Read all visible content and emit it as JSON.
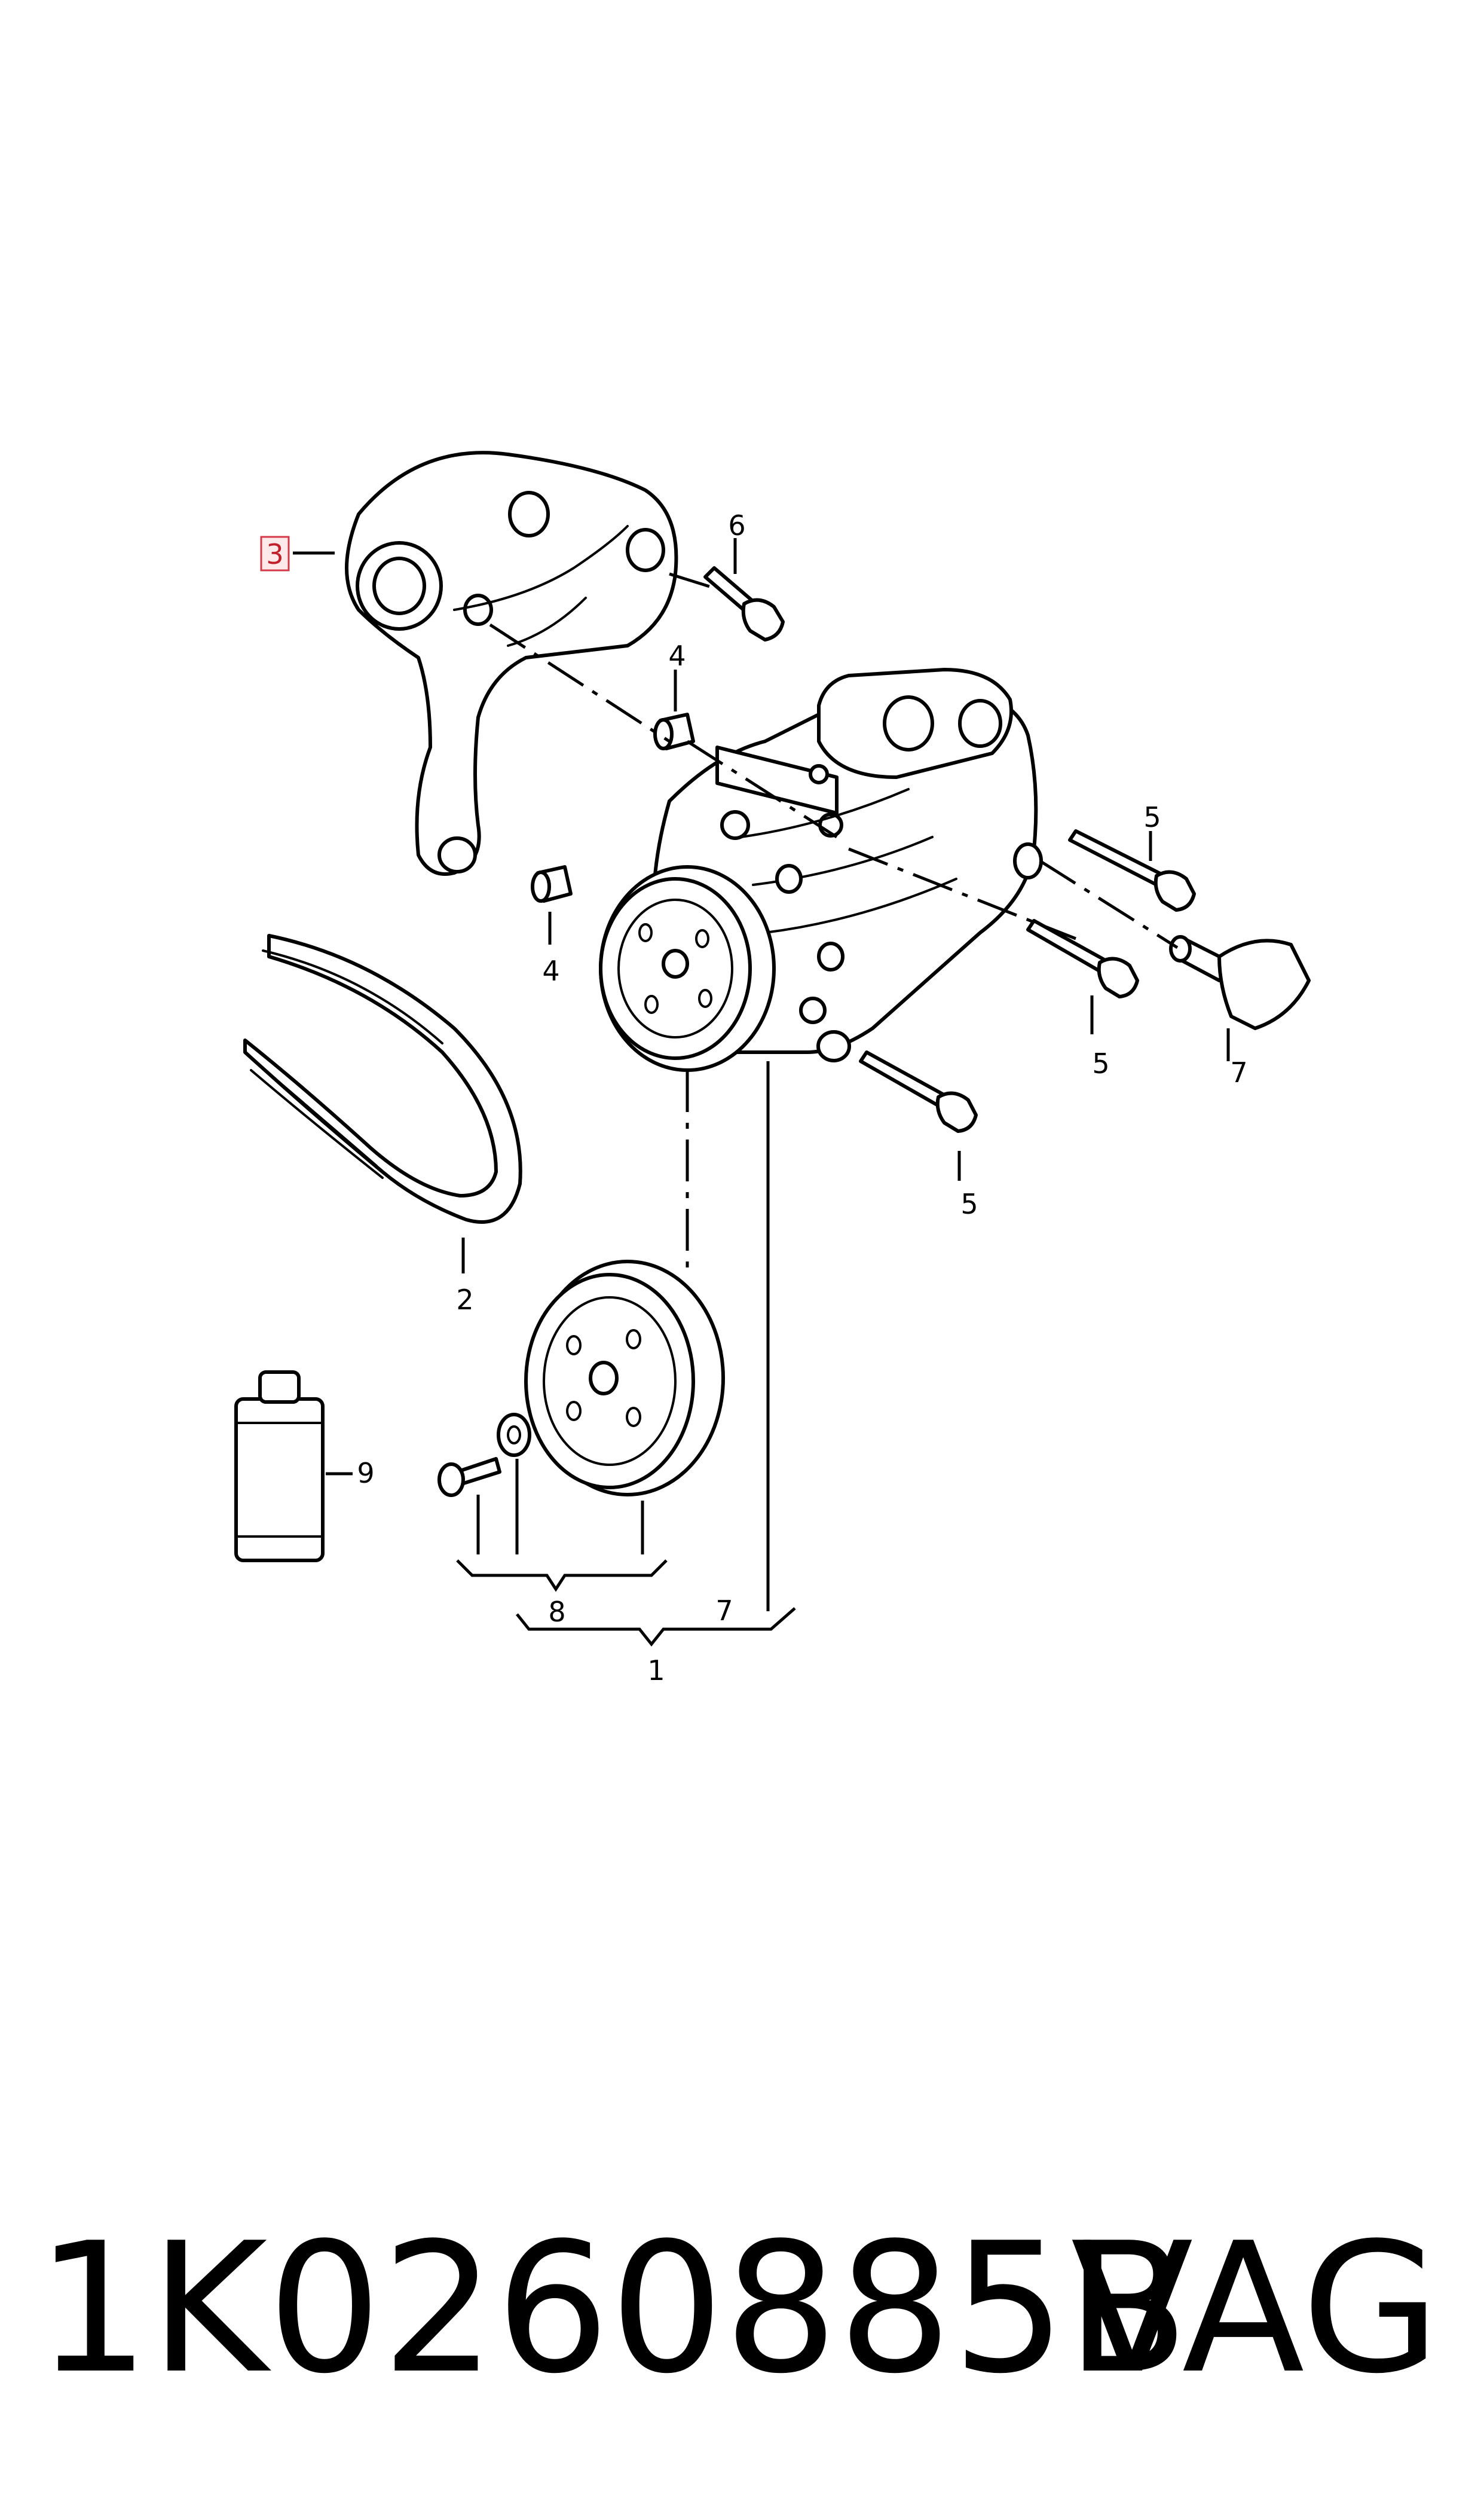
{
  "diagram": {
    "callouts": {
      "c1": "1",
      "c2": "2",
      "c3": "3",
      "c4a": "4",
      "c4b": "4",
      "c5a": "5",
      "c5b": "5",
      "c5c": "5",
      "c6": "6",
      "c7a": "7",
      "c7b": "7",
      "c8": "8",
      "c9": "9"
    },
    "highlight_color": "#d23a48"
  },
  "caption": {
    "part_number": "1K0260885B",
    "brand": "VAG"
  }
}
